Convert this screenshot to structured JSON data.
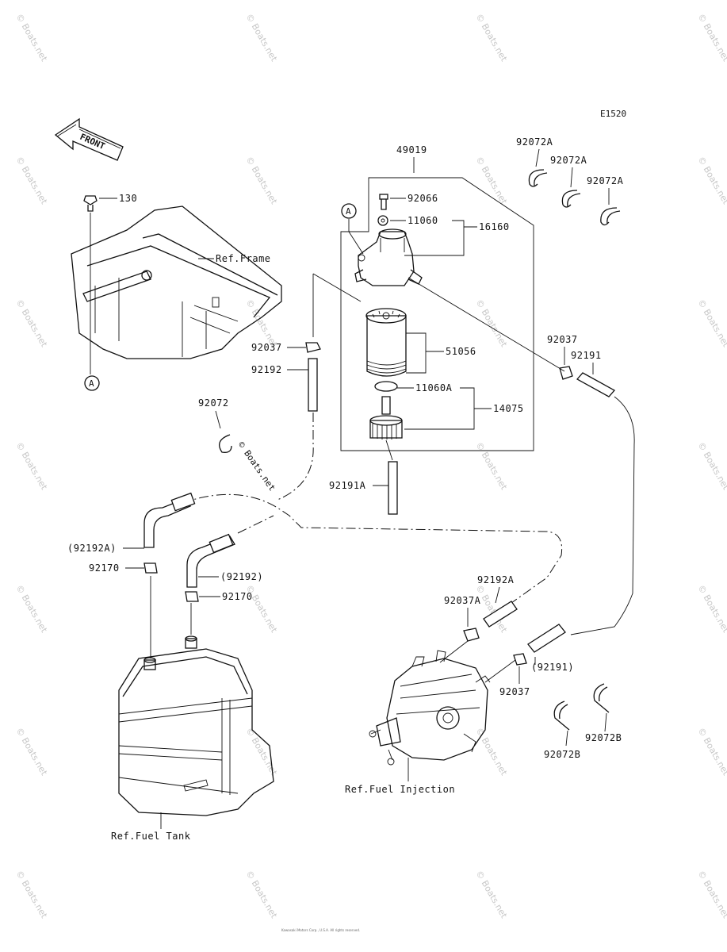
{
  "diagram_code": "E1520",
  "front_label": "FRONT",
  "parts": {
    "p130": "130",
    "p49019": "49019",
    "p92066": "92066",
    "p11060": "11060",
    "p16160": "16160",
    "p92037_a": "92037",
    "p92192": "92192",
    "p51056": "51056",
    "p11060A": "11060A",
    "p14075": "14075",
    "p92072": "92072",
    "p92191A": "92191A",
    "p92192A_paren": "(92192A)",
    "p92170_a": "92170",
    "p92192_paren": "(92192)",
    "p92170_b": "92170",
    "p92072A_1": "92072A",
    "p92072A_2": "92072A",
    "p92072A_3": "92072A",
    "p92037_b": "92037",
    "p92191": "92191",
    "p92192A": "92192A",
    "p92037A": "92037A",
    "p92191_paren": "(92191)",
    "p92037_c": "92037",
    "p92072B_1": "92072B",
    "p92072B_2": "92072B"
  },
  "refs": {
    "frame": "Ref.Frame",
    "fuel_injection": "Ref.Fuel Injection",
    "fuel_tank": "Ref.Fuel Tank"
  },
  "connector": "A",
  "watermark": "© Boats.net",
  "copyright": "Kawasaki Motors Corp., U.S.A. All rights reserved."
}
